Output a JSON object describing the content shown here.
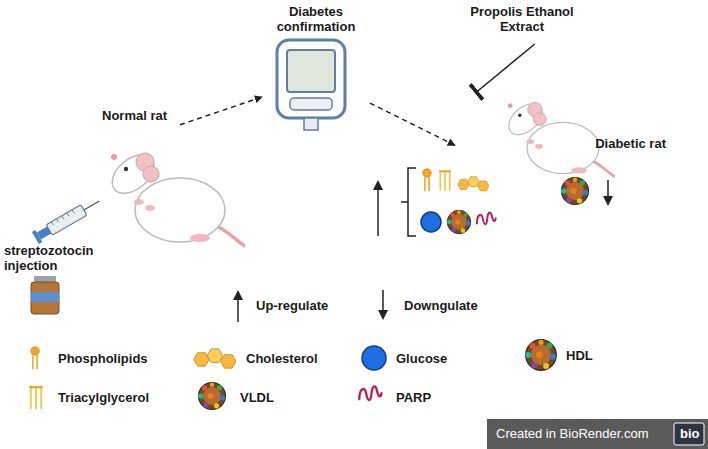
{
  "diagram": {
    "nodes": [
      {
        "text": [
          "Diabetes confirmation"
        ]
      },
      {
        "text": [
          "Propolis Ethanol Extract"
        ]
      },
      {
        "text": [
          "Normal rat"
        ]
      },
      {
        "text": [
          "Diabetic rat"
        ]
      }
    ],
    "edges": [
      {
        "from": 2,
        "to": 0,
        "arrow": "to"
      },
      {
        "from": 0,
        "to": 3,
        "arrow": "to"
      },
      {
        "from": 1,
        "to": 3,
        "arrow": "to"
      }
    ],
    "labels": [
      "streptozotocin injection",
      "Created in BioRender.com",
      "bio"
    ],
    "legend": [
      {
        "text": "Up-regulate"
      },
      {
        "text": "Downgulate"
      },
      {
        "text": "Phospholipids"
      },
      {
        "text": "Cholesterol"
      },
      {
        "text": "Glucose"
      },
      {
        "text": "HDL"
      },
      {
        "text": "Triacylglycerol"
      },
      {
        "text": "VLDL"
      },
      {
        "text": "PARP"
      }
    ]
  }
}
